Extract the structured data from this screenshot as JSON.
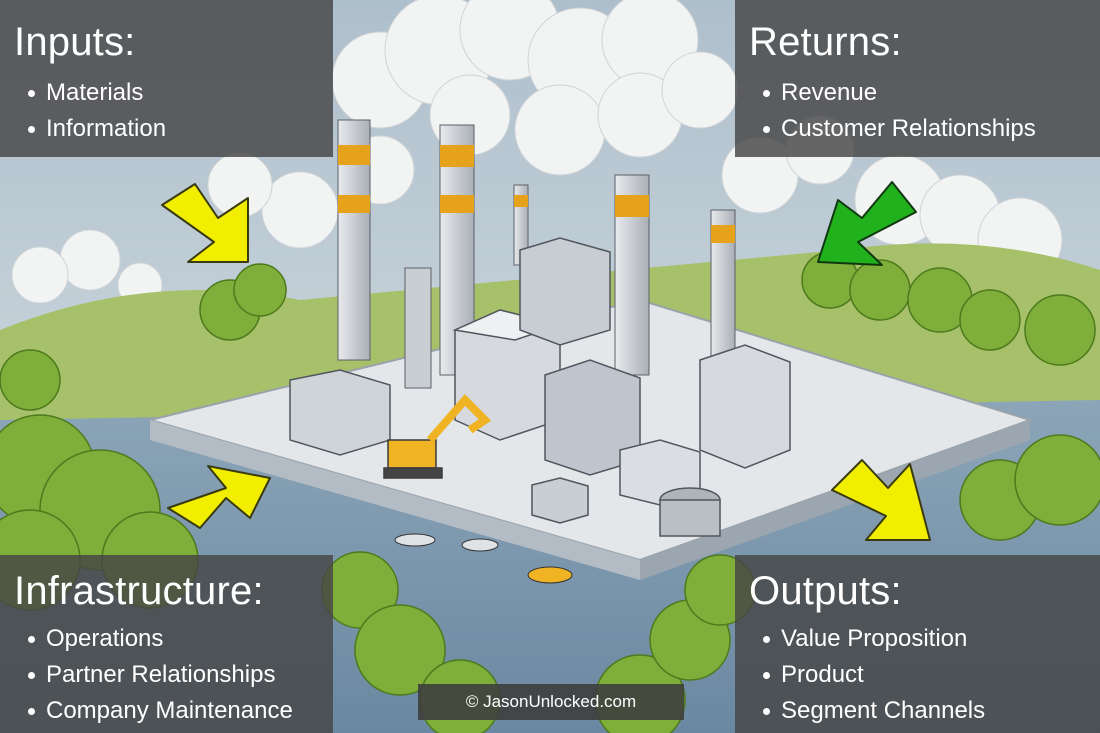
{
  "panels": {
    "inputs": {
      "title": "Inputs:",
      "items": [
        "Materials",
        "Information"
      ]
    },
    "returns": {
      "title": "Returns:",
      "items": [
        "Revenue",
        "Customer Relationships"
      ]
    },
    "infrastructure": {
      "title": "Infrastructure:",
      "items": [
        "Operations",
        "Partner Relationships",
        "Company Maintenance"
      ]
    },
    "outputs": {
      "title": "Outputs:",
      "items": [
        "Value Proposition",
        "Product",
        "Segment Channels"
      ]
    }
  },
  "copyright": "© JasonUnlocked.com",
  "arrows": [
    {
      "name": "input-arrow-icon",
      "color": "#f2ee00"
    },
    {
      "name": "return-arrow-icon",
      "color": "#21b11c"
    },
    {
      "name": "infrastructure-arrow-icon",
      "color": "#f2ee00"
    },
    {
      "name": "output-arrow-icon",
      "color": "#f2ee00"
    }
  ],
  "colors": {
    "panel_bg": "#464646",
    "text": "#ffffff",
    "sky": "#c9d6e0",
    "water": "#7e99b0",
    "foliage": "#7fae3a"
  }
}
